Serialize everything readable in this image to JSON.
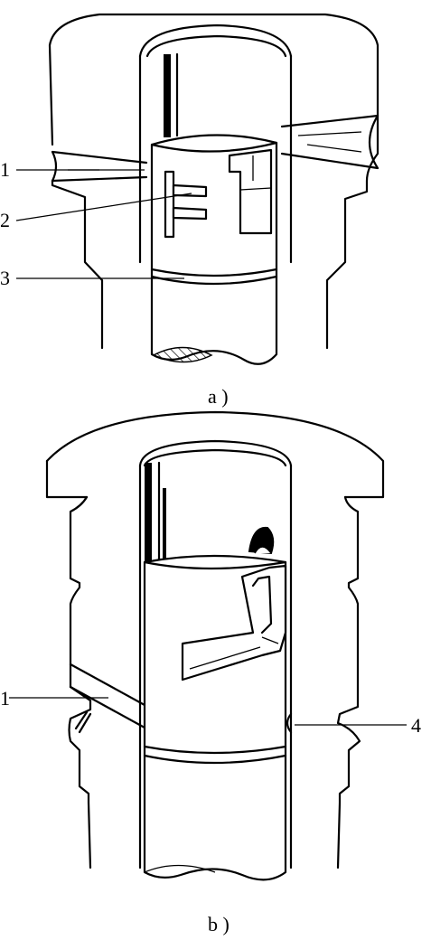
{
  "figure_a": {
    "caption": "a )",
    "labels": [
      "1",
      "2",
      "3"
    ]
  },
  "figure_b": {
    "caption": "b )",
    "labels": [
      "1",
      "4"
    ]
  },
  "colors": {
    "stroke": "#000000",
    "background": "#ffffff"
  }
}
